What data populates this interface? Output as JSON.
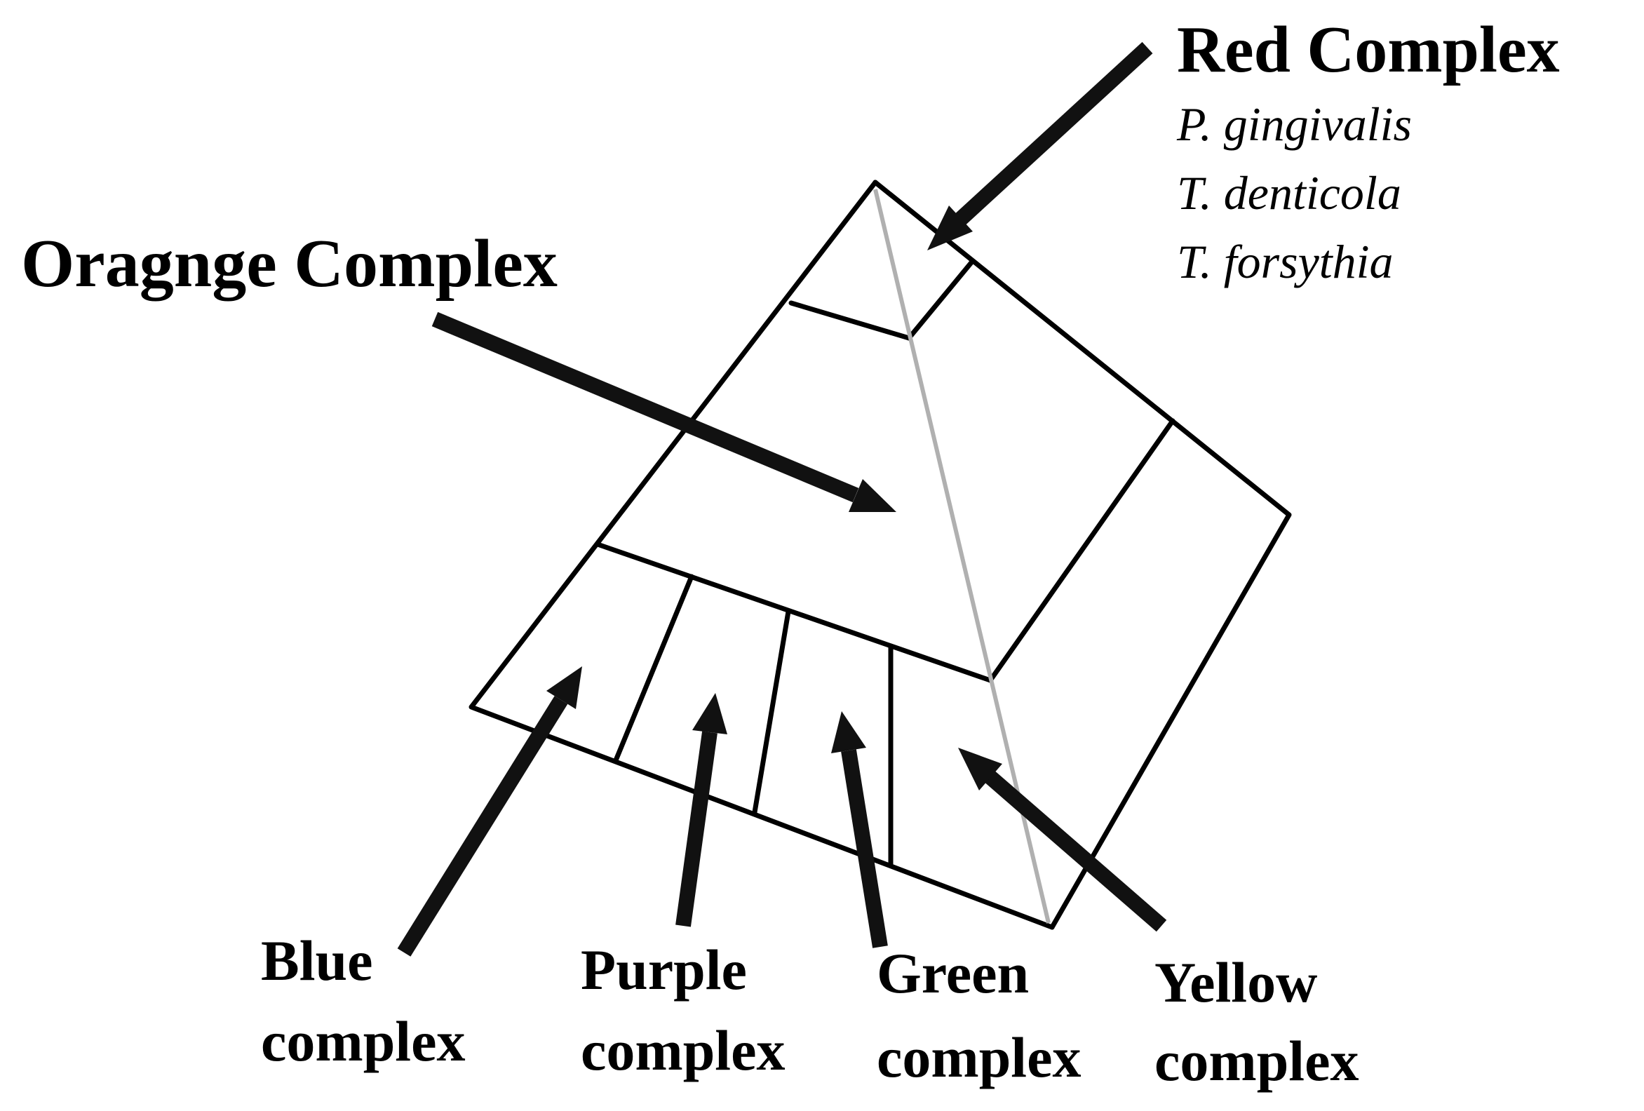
{
  "labels": {
    "red_title": "Red Complex",
    "red_species": [
      "P. gingivalis",
      "T. denticola",
      "T. forsythia"
    ],
    "orange_title": "Oragnge Complex",
    "blue": [
      "Blue",
      "complex"
    ],
    "purple": [
      "Purple",
      "complex"
    ],
    "green": [
      "Green",
      "complex"
    ],
    "yellow": [
      "Yellow",
      "complex"
    ]
  },
  "colors": {
    "outline": "#000000",
    "arrow": "#111111",
    "axis_line": "#b0b0b0"
  }
}
